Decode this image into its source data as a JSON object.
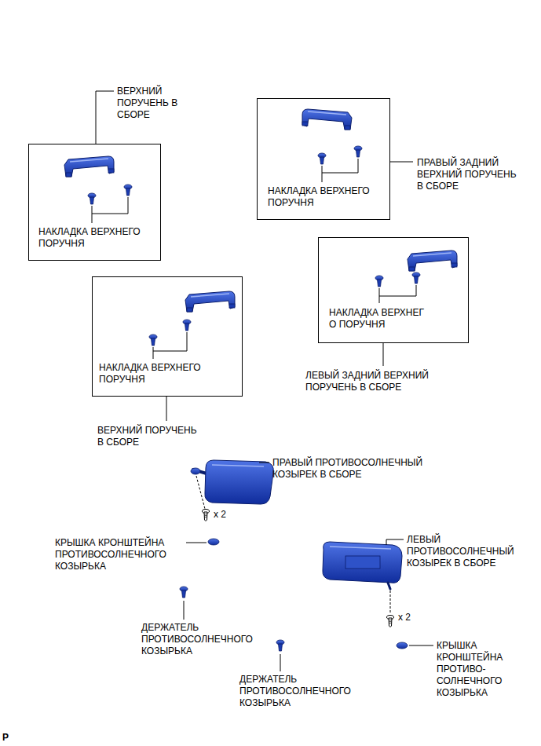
{
  "diagram": {
    "nodes": [
      {
        "text": [
          "ВЕРХНИЙ ПОРУЧЕНЬ В СБОРЕ",
          "НАКЛАДКА ВЕРХНЕГО ПОРУЧНЯ"
        ]
      },
      {
        "text": [
          "НАКЛАДКА ВЕРХНЕГО ПОРУЧНЯ",
          "ПРАВЫЙ ЗАДНИЙ ВЕРХНИЙ ПОРУЧЕНЬ В СБОРЕ"
        ]
      },
      {
        "text": [
          "НАКЛАДКА ВЕРХНЕГ О ПОРУЧНЯ",
          "ЛЕВЫЙ ЗАДНИЙ ВЕРХНИЙ ПОРУЧЕНЬ В СБОРЕ"
        ]
      },
      {
        "text": [
          "НАКЛАДКА ВЕРХНЕГО ПОРУЧНЯ",
          "ВЕРХНИЙ ПОРУЧЕНЬ В СБОРЕ"
        ]
      }
    ],
    "labels": [
      "ПРАВЫЙ ПРОТИВОСОЛНЕЧНЫЙ КОЗЫРЕК В СБОРЕ",
      "x 2",
      "КРЫШКА КРОНШТЕЙНА ПРОТИВОСОЛНЕЧНОГО КОЗЫРЬКА",
      "ДЕРЖАТЕЛЬ ПРОТИВОСОЛНЕЧНОГО КОЗЫРЬКА",
      "ДЕРЖАТЕЛЬ ПРОТИВОСОЛНЕЧНОГО КОЗЫРЬКА",
      "ЛЕВЫЙ ПРОТИВОСОЛНЕЧНЫЙ КОЗЫРЕК В СБОРЕ",
      "x 2",
      "КРЫШКА КРОНШТЕЙНА ПРОТИВО- СОЛНЕЧНОГО КОЗЫРЬКА",
      "P"
    ]
  }
}
